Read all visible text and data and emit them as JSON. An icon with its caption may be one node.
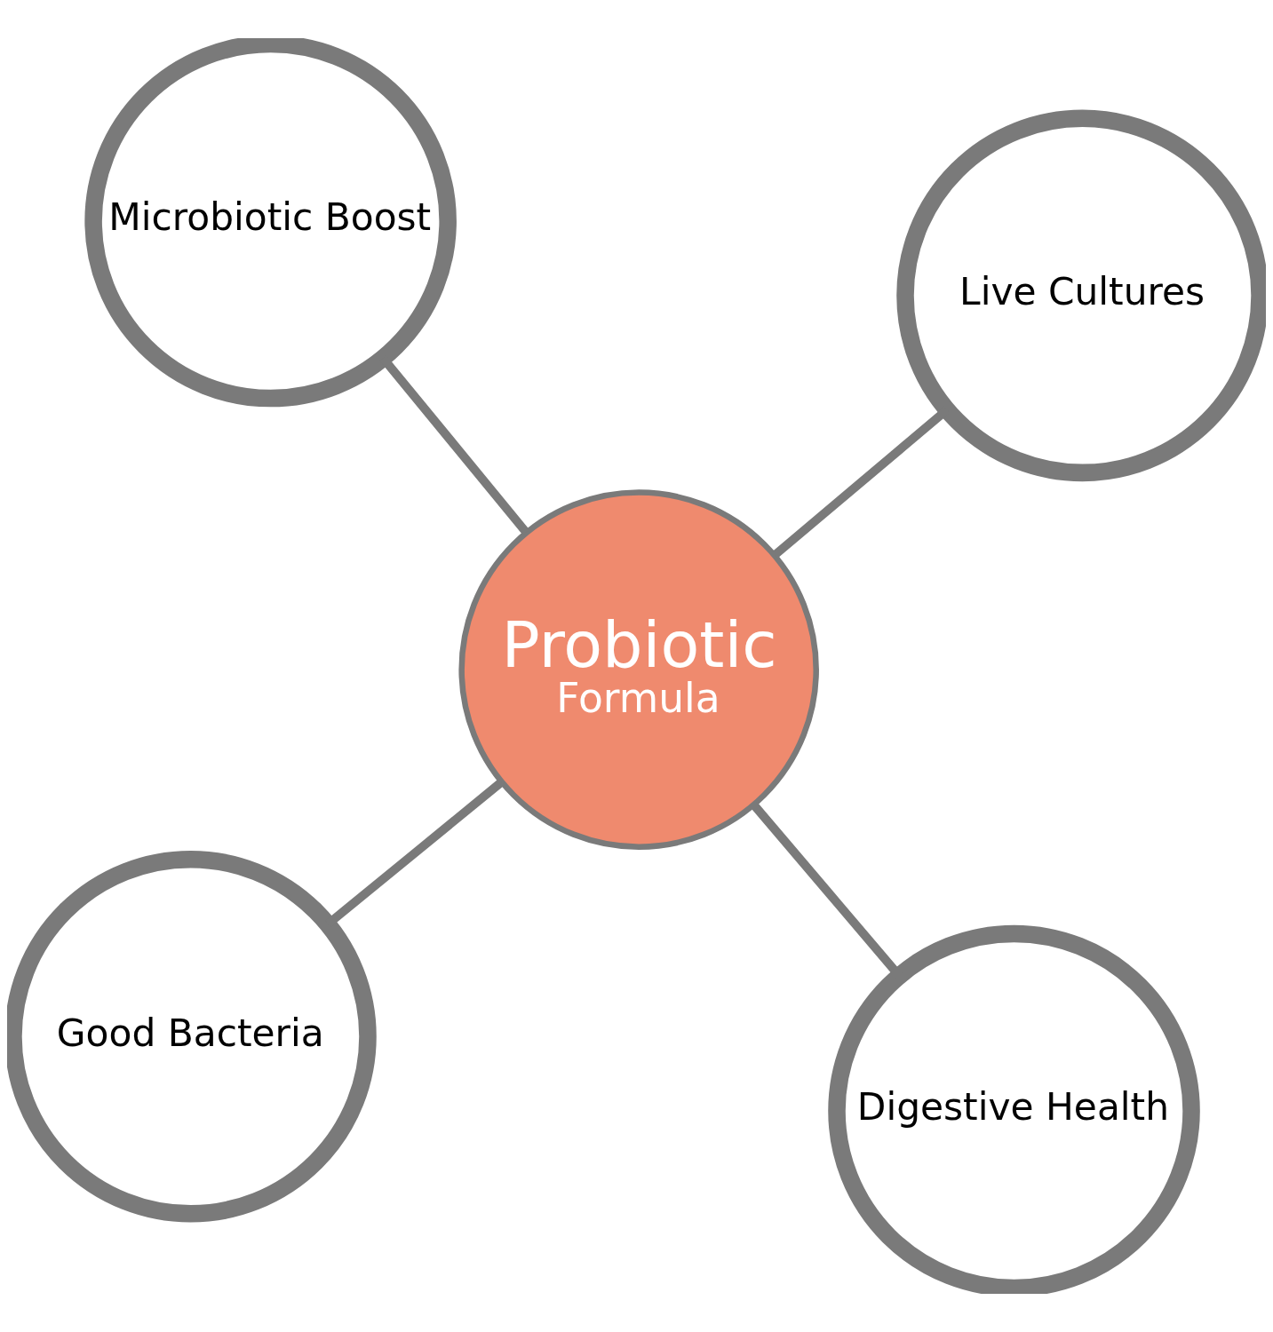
{
  "diagram": {
    "nodes": [
      {
        "text": [
          "Good Bacteria"
        ]
      },
      {
        "text": [
          "Digestive Health"
        ]
      },
      {
        "text": [
          "Probiotic",
          "Formula"
        ]
      },
      {
        "text": [
          "Microbiotic Boost"
        ]
      },
      {
        "text": [
          "Live Cultures"
        ]
      }
    ],
    "edges": [
      {
        "from": 0,
        "to": 2,
        "arrow": "none"
      },
      {
        "from": 1,
        "to": 2,
        "arrow": "none"
      },
      {
        "from": 3,
        "to": 2,
        "arrow": "none"
      },
      {
        "from": 4,
        "to": 2,
        "arrow": "none"
      }
    ]
  }
}
